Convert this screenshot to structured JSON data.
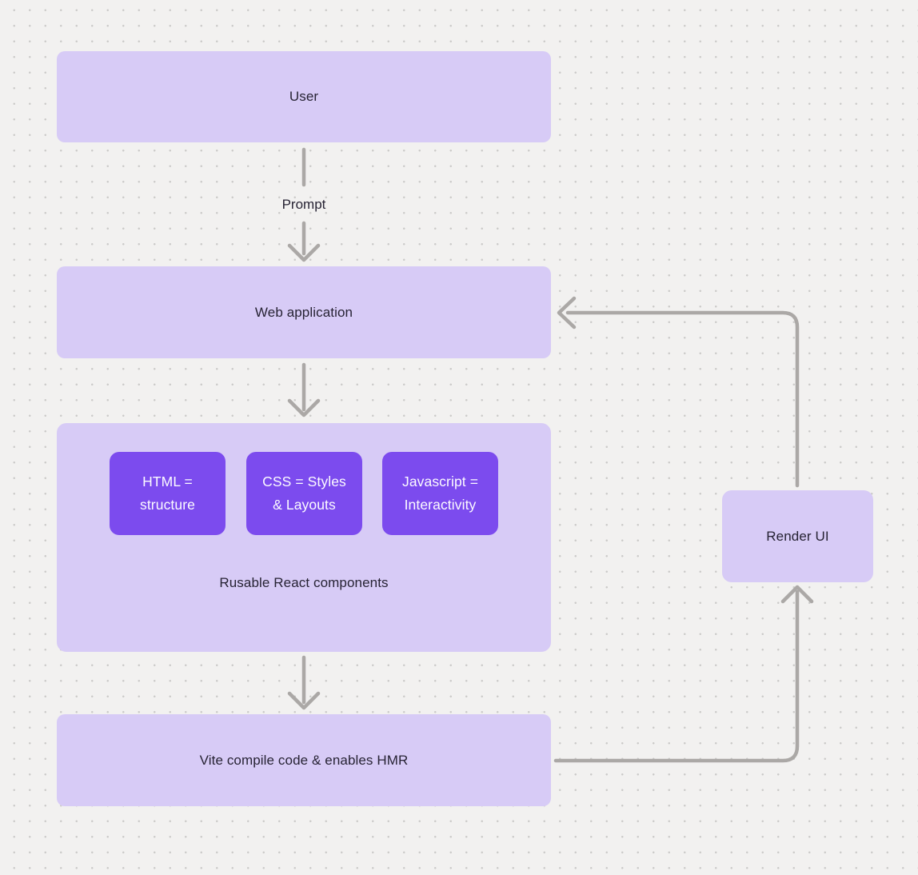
{
  "canvas": {
    "background_color": "#f2f1f0",
    "dot_color": "#cbcac9"
  },
  "colors": {
    "node_fill": "#d7cbf6",
    "chip_fill": "#7c4bee",
    "chip_text": "#fcfbff",
    "node_text": "#272334",
    "connector": "#aba8a6"
  },
  "nodes": {
    "user": {
      "label": "User"
    },
    "web_application": {
      "label": "Web application"
    },
    "components_group": {
      "label": "Rusable React components",
      "chips": [
        {
          "line1": "HTML =",
          "line2": "structure"
        },
        {
          "line1": "CSS = Styles",
          "line2": "& Layouts"
        },
        {
          "line1": "Javascript =",
          "line2": "Interactivity"
        }
      ]
    },
    "vite": {
      "label": "Vite compile code & enables HMR"
    },
    "render_ui": {
      "label": "Render UI"
    }
  },
  "edges": {
    "user_to_web": {
      "label": "Prompt"
    },
    "web_to_components": {
      "label": ""
    },
    "components_to_vite": {
      "label": ""
    },
    "vite_to_render": {
      "label": ""
    },
    "render_to_web": {
      "label": ""
    }
  }
}
